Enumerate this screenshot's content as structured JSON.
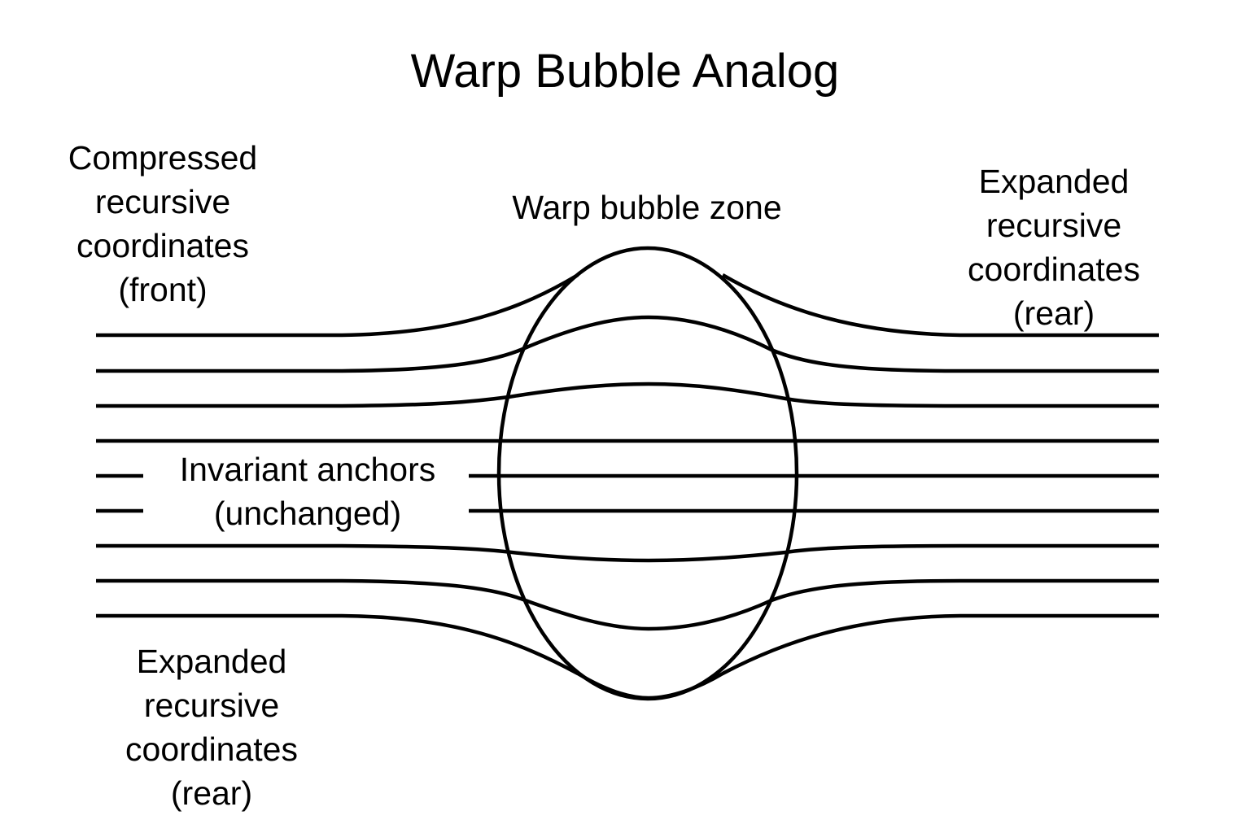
{
  "diagram": {
    "title": "Warp Bubble Analog",
    "labels": {
      "compressed_front": [
        "Compressed",
        "recursive",
        "coordinates",
        "(front)"
      ],
      "bubble_zone": "Warp bubble zone",
      "expanded_rear_right": [
        "Expanded",
        "recursive",
        "coordinates",
        "(rear)"
      ],
      "invariant_anchors": [
        "Invariant anchors",
        "(unchanged)"
      ],
      "expanded_rear_left": [
        "Expanded",
        "recursive",
        "coordinates",
        "(rear)"
      ]
    },
    "grid_line_count": 9,
    "colors": {
      "stroke": "#000000",
      "background": "#ffffff"
    }
  }
}
